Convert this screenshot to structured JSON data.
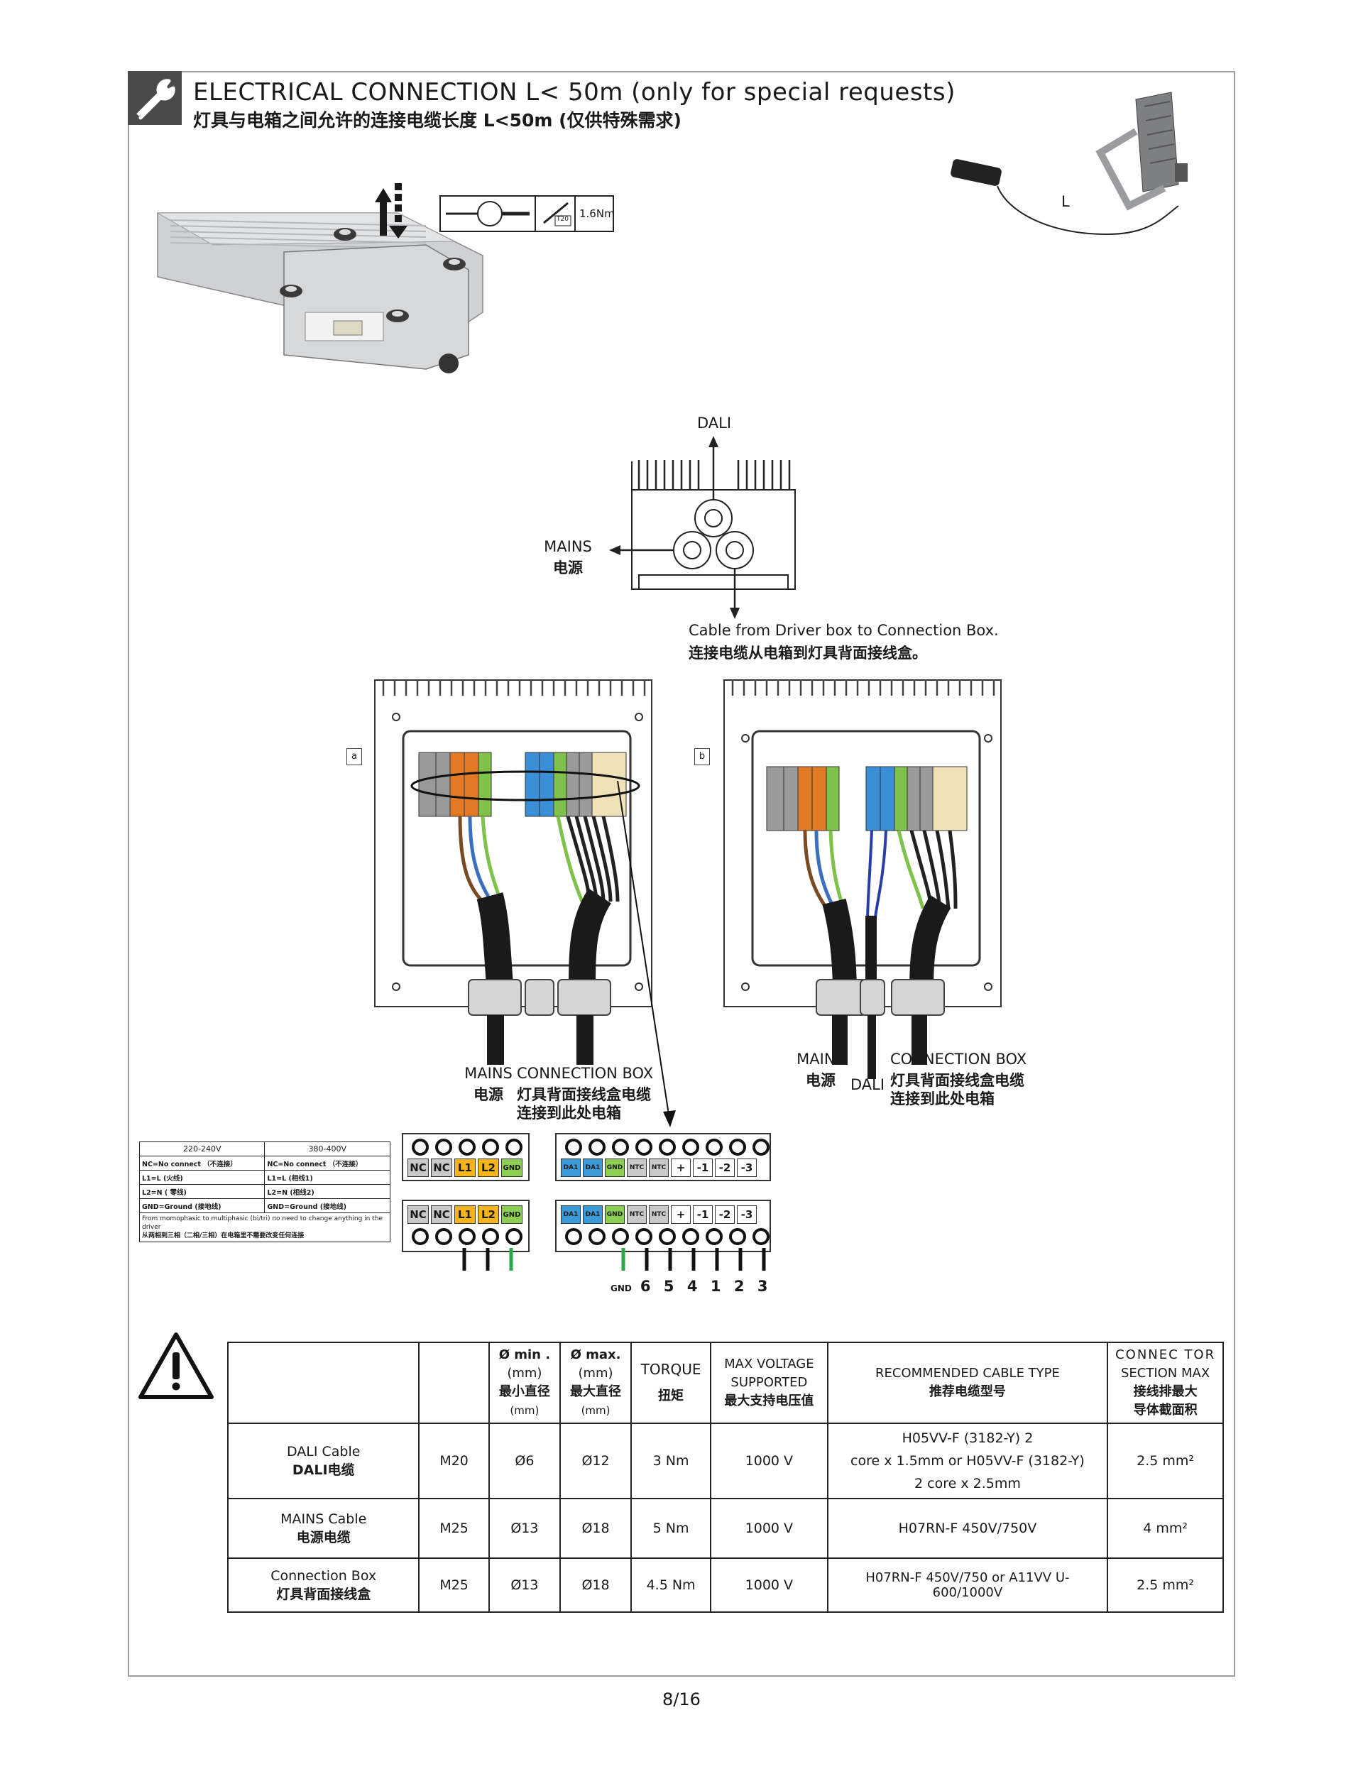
{
  "header": {
    "title_en": "ELECTRICAL CONNECTION L< 50m (only for special requests)",
    "title_cn": "灯具与电箱之间允许的连接电缆长度 L<50m (仅供特殊需求)",
    "icon": "wrench-icon"
  },
  "torque_tool": {
    "value": "1.6Nm",
    "inner_mark": "T20"
  },
  "floodlight_label": "L",
  "driver_box": {
    "dali": "DALI",
    "mains_en": "MAINS",
    "mains_cn": "电源",
    "caption_en": "Cable from Driver box to Connection Box.",
    "caption_cn": "连接电缆从电箱到灯具背面接线盒。"
  },
  "variant_a": {
    "tag": "a",
    "mains_en": "MAINS",
    "mains_cn": "电源",
    "conn_en": "CONNECTION BOX",
    "conn_cn1": "灯具背面接线盒电缆",
    "conn_cn2": "连接到此处电箱"
  },
  "variant_b": {
    "tag": "b",
    "mains_en": "MAINS",
    "mains_cn": "电源",
    "dali": "DALI",
    "conn_en": "CONNECTION BOX",
    "conn_cn1": "灯具背面接线盒电缆",
    "conn_cn2": "连接到此处电箱"
  },
  "voltage_table": {
    "headers": [
      "220-240V",
      "380-400V"
    ],
    "rows": [
      [
        "NC=No connect （不连接）",
        "NC=No connect （不连接）"
      ],
      [
        "L1=L (火线)",
        "L1=L (相线1)"
      ],
      [
        "L2=N ( 零线)",
        "L2=N (相线2)"
      ],
      [
        "GND=Ground (接地线)",
        "GND=Ground (接地线)"
      ]
    ],
    "note_en": "From momophasic to multiphasic (bi/tri) no need to change anything in the driver",
    "note_cn": "从两相到三相（二相/三相）在电箱里不需要改变任何连接"
  },
  "terminals_left": [
    "NC",
    "NC",
    "L1",
    "L2",
    "GND"
  ],
  "terminals_right": [
    "DA1",
    "DA1",
    "GND",
    "NTC",
    "NTC",
    "+",
    "-1",
    "-2",
    "-3"
  ],
  "terminal_numbers": {
    "gnd": "GND",
    "nums": [
      "6",
      "5",
      "4",
      "1",
      "2",
      "3"
    ]
  },
  "spec_table": {
    "headers": {
      "min": [
        "Ø min .",
        "(mm)",
        "最小直径",
        "(mm)"
      ],
      "max": [
        "Ø max.",
        "(mm)",
        "最大直径",
        "(mm)"
      ],
      "torque": [
        "TORQUE",
        "扭矩"
      ],
      "voltage": [
        "MAX VOLTAGE",
        "SUPPORTED",
        "最大支持电压值"
      ],
      "cable": [
        "RECOMMENDED CABLE TYPE",
        "推荐电缆型号"
      ],
      "section": [
        "CONNEC TOR",
        "SECTION MAX",
        "接线排最大",
        "导体截面积"
      ]
    },
    "rows": [
      {
        "name_en": "DALI Cable",
        "name_cn": "DALI电缆",
        "gland": "M20",
        "min": "Ø6",
        "max": "Ø12",
        "torque": "3 Nm",
        "voltage": "1000 V",
        "cable_lines": [
          "H05VV-F (3182-Y) 2",
          "core x 1.5mm or H05VV-F (3182-Y)",
          "2 core x 2.5mm"
        ],
        "section": "2.5 mm²"
      },
      {
        "name_en": "MAINS Cable",
        "name_cn": "电源电缆",
        "gland": "M25",
        "min": "Ø13",
        "max": "Ø18",
        "torque": "5 Nm",
        "voltage": "1000 V",
        "cable_lines": [
          "H07RN-F 450V/750V"
        ],
        "section": "4 mm²"
      },
      {
        "name_en": "Connection Box",
        "name_cn": "灯具背面接线盒",
        "gland": "M25",
        "min": "Ø13",
        "max": "Ø18",
        "torque": "4.5 Nm",
        "voltage": "1000 V",
        "cable_lines": [
          "H07RN-F 450V/750 or A11VV U-600/1000V"
        ],
        "section": "2.5 mm²"
      }
    ]
  },
  "page_number": "8/16"
}
